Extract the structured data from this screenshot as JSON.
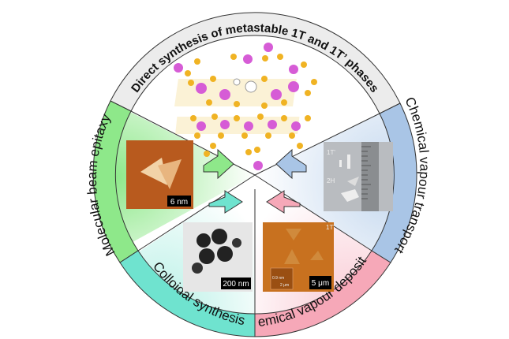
{
  "title": "Direct synthesis of metastable 1T and 1T’ phases",
  "methods": [
    {
      "label": "Molecular beam epitaxy",
      "color": "#8ee88a",
      "scale_bar": "6 nm"
    },
    {
      "label": "Colloidal synthesis",
      "color": "#6fe3cf",
      "scale_bar": "200 nm"
    },
    {
      "label": "Chemical vapour deposition",
      "color": "#f6a8b8",
      "scale_bar": "5 μm",
      "phase_label": "1T'",
      "inset_labels": [
        "0.9 nm",
        "2 μm"
      ]
    },
    {
      "label": "Chemical vapour transport",
      "color": "#a9c5e6",
      "phase_labels": [
        "1T'",
        "2H"
      ]
    }
  ],
  "colors": {
    "metal": "#d65cd6",
    "chalcogen": "#f0b323",
    "ring_title": "#ececec"
  }
}
